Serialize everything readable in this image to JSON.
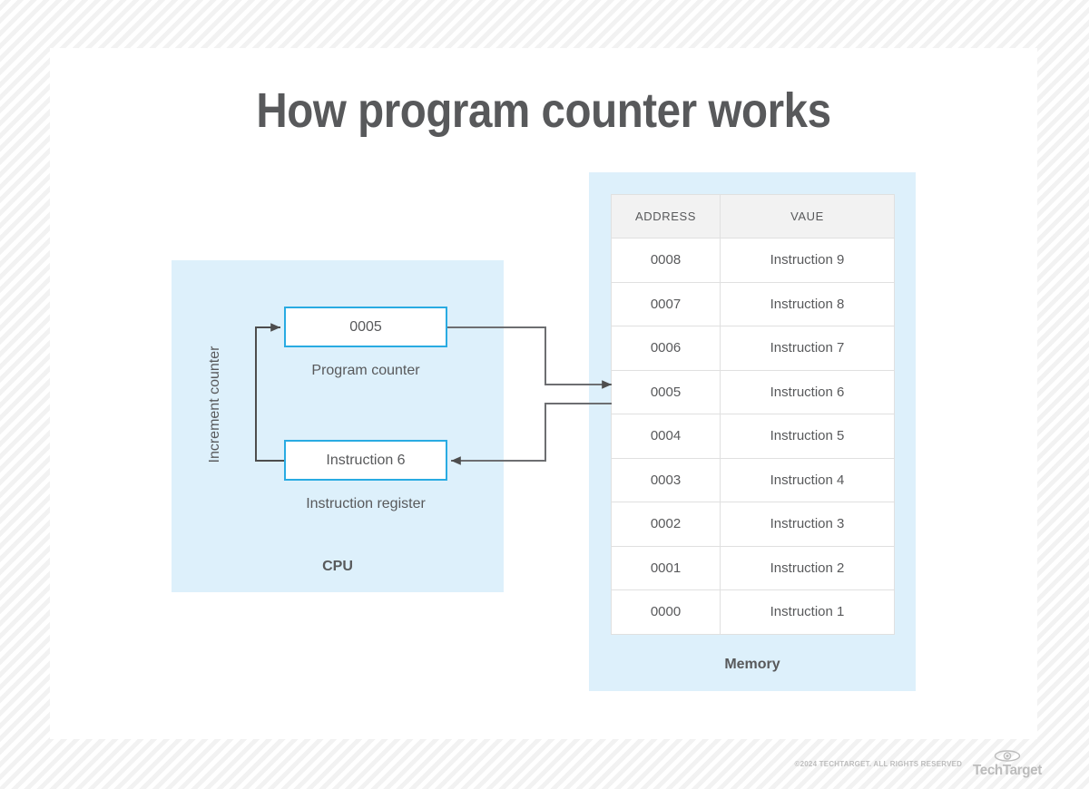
{
  "title": "How program counter works",
  "cpu": {
    "label": "CPU",
    "increment_label": "Increment counter",
    "program_counter": {
      "value": "0005",
      "caption": "Program counter"
    },
    "instruction_register": {
      "value": "Instruction 6",
      "caption": "Instruction register"
    }
  },
  "memory": {
    "label": "Memory",
    "columns": [
      "ADDRESS",
      "VAUE"
    ],
    "rows": [
      {
        "address": "0008",
        "value": "Instruction 9",
        "highlighted": false
      },
      {
        "address": "0007",
        "value": "Instruction 8",
        "highlighted": false
      },
      {
        "address": "0006",
        "value": "Instruction 7",
        "highlighted": false
      },
      {
        "address": "0005",
        "value": "Instruction 6",
        "highlighted": true
      },
      {
        "address": "0004",
        "value": "Instruction 5",
        "highlighted": false
      },
      {
        "address": "0003",
        "value": "Instruction 4",
        "highlighted": false
      },
      {
        "address": "0002",
        "value": "Instruction 3",
        "highlighted": false
      },
      {
        "address": "0001",
        "value": "Instruction 2",
        "highlighted": false
      },
      {
        "address": "0000",
        "value": "Instruction 1",
        "highlighted": false
      }
    ]
  },
  "footer": {
    "copyright": "©2024 TECHTARGET. ALL RIGHTS RESERVED",
    "brand": "TechTarget"
  },
  "colors": {
    "accent": "#29abe2",
    "panel_fill": "#ddf0fb",
    "text": "#58595b",
    "connector": "#6d6e71",
    "header_fill": "#f2f2f2",
    "grid_line": "#e0e0e0",
    "footer_text": "#bcbcbc"
  }
}
